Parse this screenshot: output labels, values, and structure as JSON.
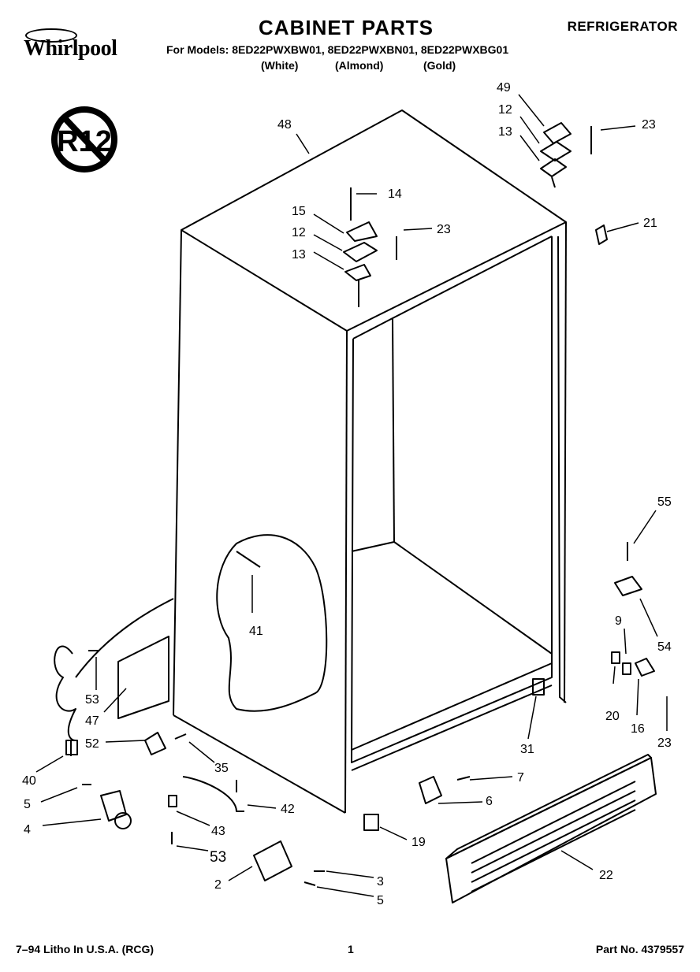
{
  "header": {
    "brand": "Whirlpool",
    "title": "CABINET PARTS",
    "product_type": "REFRIGERATOR",
    "models_line": "For Models: 8ED22PWXBW01, 8ED22PWXBN01, 8ED22PWXBG01",
    "colors": [
      "(White)",
      "(Almond)",
      "(Gold)"
    ],
    "badge": "R12"
  },
  "callouts": [
    "48",
    "49",
    "12",
    "13",
    "23",
    "14",
    "15",
    "12",
    "23",
    "13",
    "21",
    "55",
    "9",
    "54",
    "20",
    "16",
    "23",
    "31",
    "7",
    "6",
    "19",
    "22",
    "41",
    "53",
    "47",
    "52",
    "35",
    "40",
    "5",
    "4",
    "43",
    "42",
    "53",
    "2",
    "3",
    "5"
  ],
  "footer": {
    "litho": "7–94 Litho In U.S.A. (RCG)",
    "page": "1",
    "part_no": "Part No. 4379557"
  }
}
